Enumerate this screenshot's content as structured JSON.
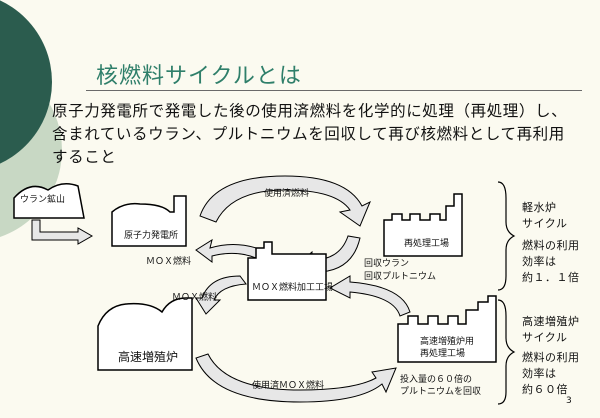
{
  "slide": {
    "title": "核燃料サイクルとは",
    "intro": "原子力発電所で発電した後の使用済燃料を化学的に処理（再処理）し、含まれているウラン、プルトニウムを回収して再び核燃料として再利用すること",
    "page_number": "3"
  },
  "diagram": {
    "uranium_mine": "ウラン鉱山",
    "nuclear_plant": "原子力発電所",
    "spent_fuel": "使用済燃料",
    "reprocessing_plant": "再処理工場",
    "recovered_uranium": "回収ウラン",
    "recovered_plutonium": "回収プルトニウム",
    "mox_fuel_top": "ＭＯＸ燃料",
    "mox_fabrication": "ＭＯＸ燃料加工工場",
    "mox_fuel_bottom": "ＭＯＸ燃料",
    "fast_breeder": "高速増殖炉",
    "fbr_reprocessing_line1": "高速増殖炉用",
    "fbr_reprocessing_line2": "再処理工場",
    "spent_mox_fuel": "使用済ＭＯＸ燃料",
    "input_line1": "投入量の６０倍の",
    "input_line2": "プルトニウムを回収"
  },
  "side": {
    "lwr_title1": "軽水炉",
    "lwr_title2": "サイクル",
    "lwr_eff1": "燃料の利用",
    "lwr_eff2": "効率は",
    "lwr_eff3": "約１．１倍",
    "fbr_title1": "高速増殖炉",
    "fbr_title2": "サイクル",
    "fbr_eff1": "燃料の利用",
    "fbr_eff2": "効率は",
    "fbr_eff3": "約６０倍"
  },
  "colors": {
    "title": "#2f7f6a",
    "decor_dark": "#2b5c4e",
    "decor_light": "#c8d8c4",
    "arrow_fill": "#e7e7e7"
  }
}
